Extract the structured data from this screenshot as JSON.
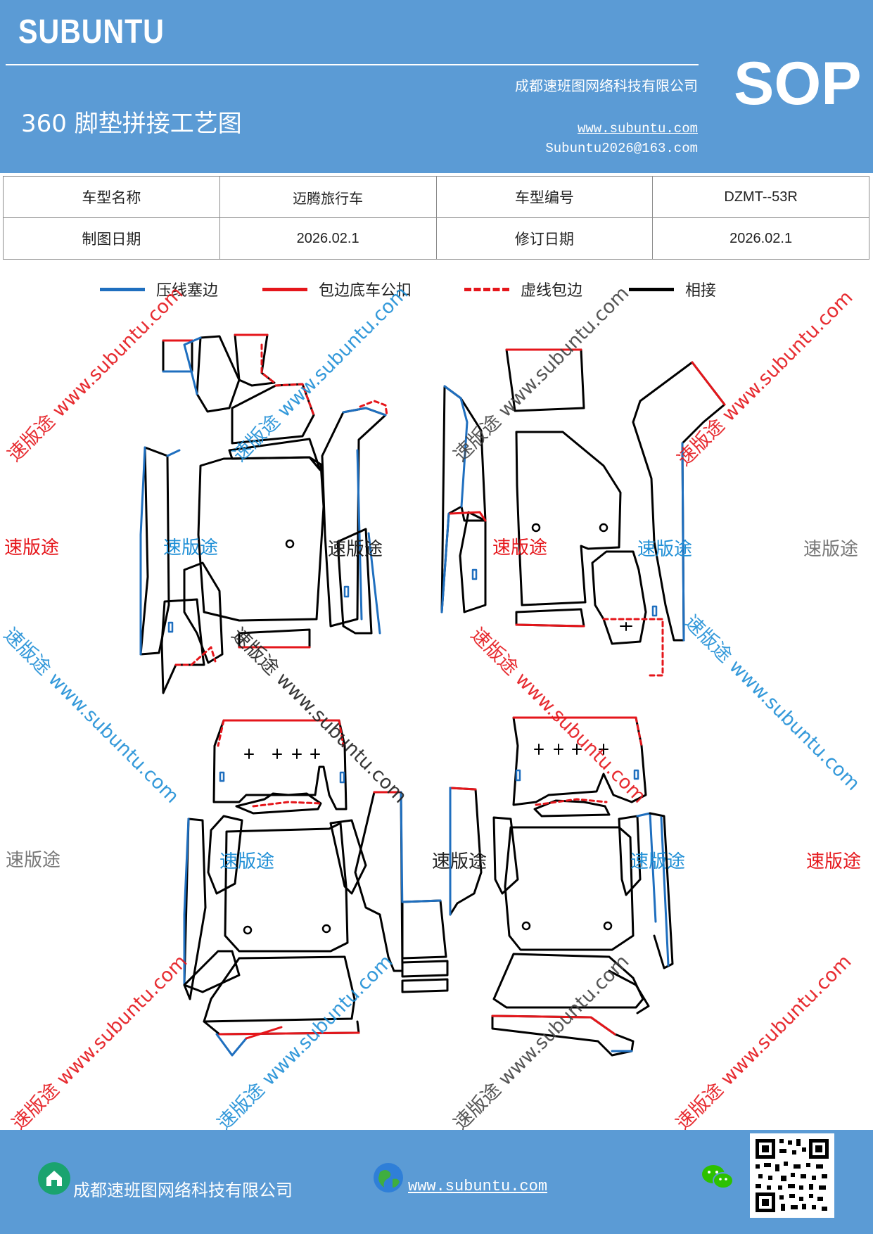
{
  "header": {
    "brand": "SUBUNTU",
    "company": "成都速班图网络科技有限公司",
    "title": "360 脚垫拼接工艺图",
    "website": "www.subuntu.com",
    "email": "Subuntu2026@163.com",
    "sop": "SOP"
  },
  "info_table": {
    "rows": [
      [
        "车型名称",
        "迈腾旅行车",
        "车型编号",
        "DZMT--53R"
      ],
      [
        "制图日期",
        "2026.02.1",
        "修订日期",
        "2026.02.1"
      ]
    ]
  },
  "legend": [
    {
      "label": "压线塞边",
      "color": "#1f6fbf",
      "style": "solid"
    },
    {
      "label": "包边底车公扣",
      "color": "#e5161b",
      "style": "solid"
    },
    {
      "label": "虚线包边",
      "color": "#e5161b",
      "style": "dashed"
    },
    {
      "label": "相接",
      "color": "#000000",
      "style": "solid"
    }
  ],
  "watermarks": {
    "brand": "速版途",
    "diagonal": "速版途 www.subuntu.com"
  },
  "footer": {
    "company": "成都速班图网络科技有限公司",
    "website": "www.subuntu.com"
  },
  "colors": {
    "header_bg": "#5b9bd5",
    "blue_edge": "#1f6fbf",
    "red_edge": "#e5161b",
    "black_edge": "#000000"
  }
}
